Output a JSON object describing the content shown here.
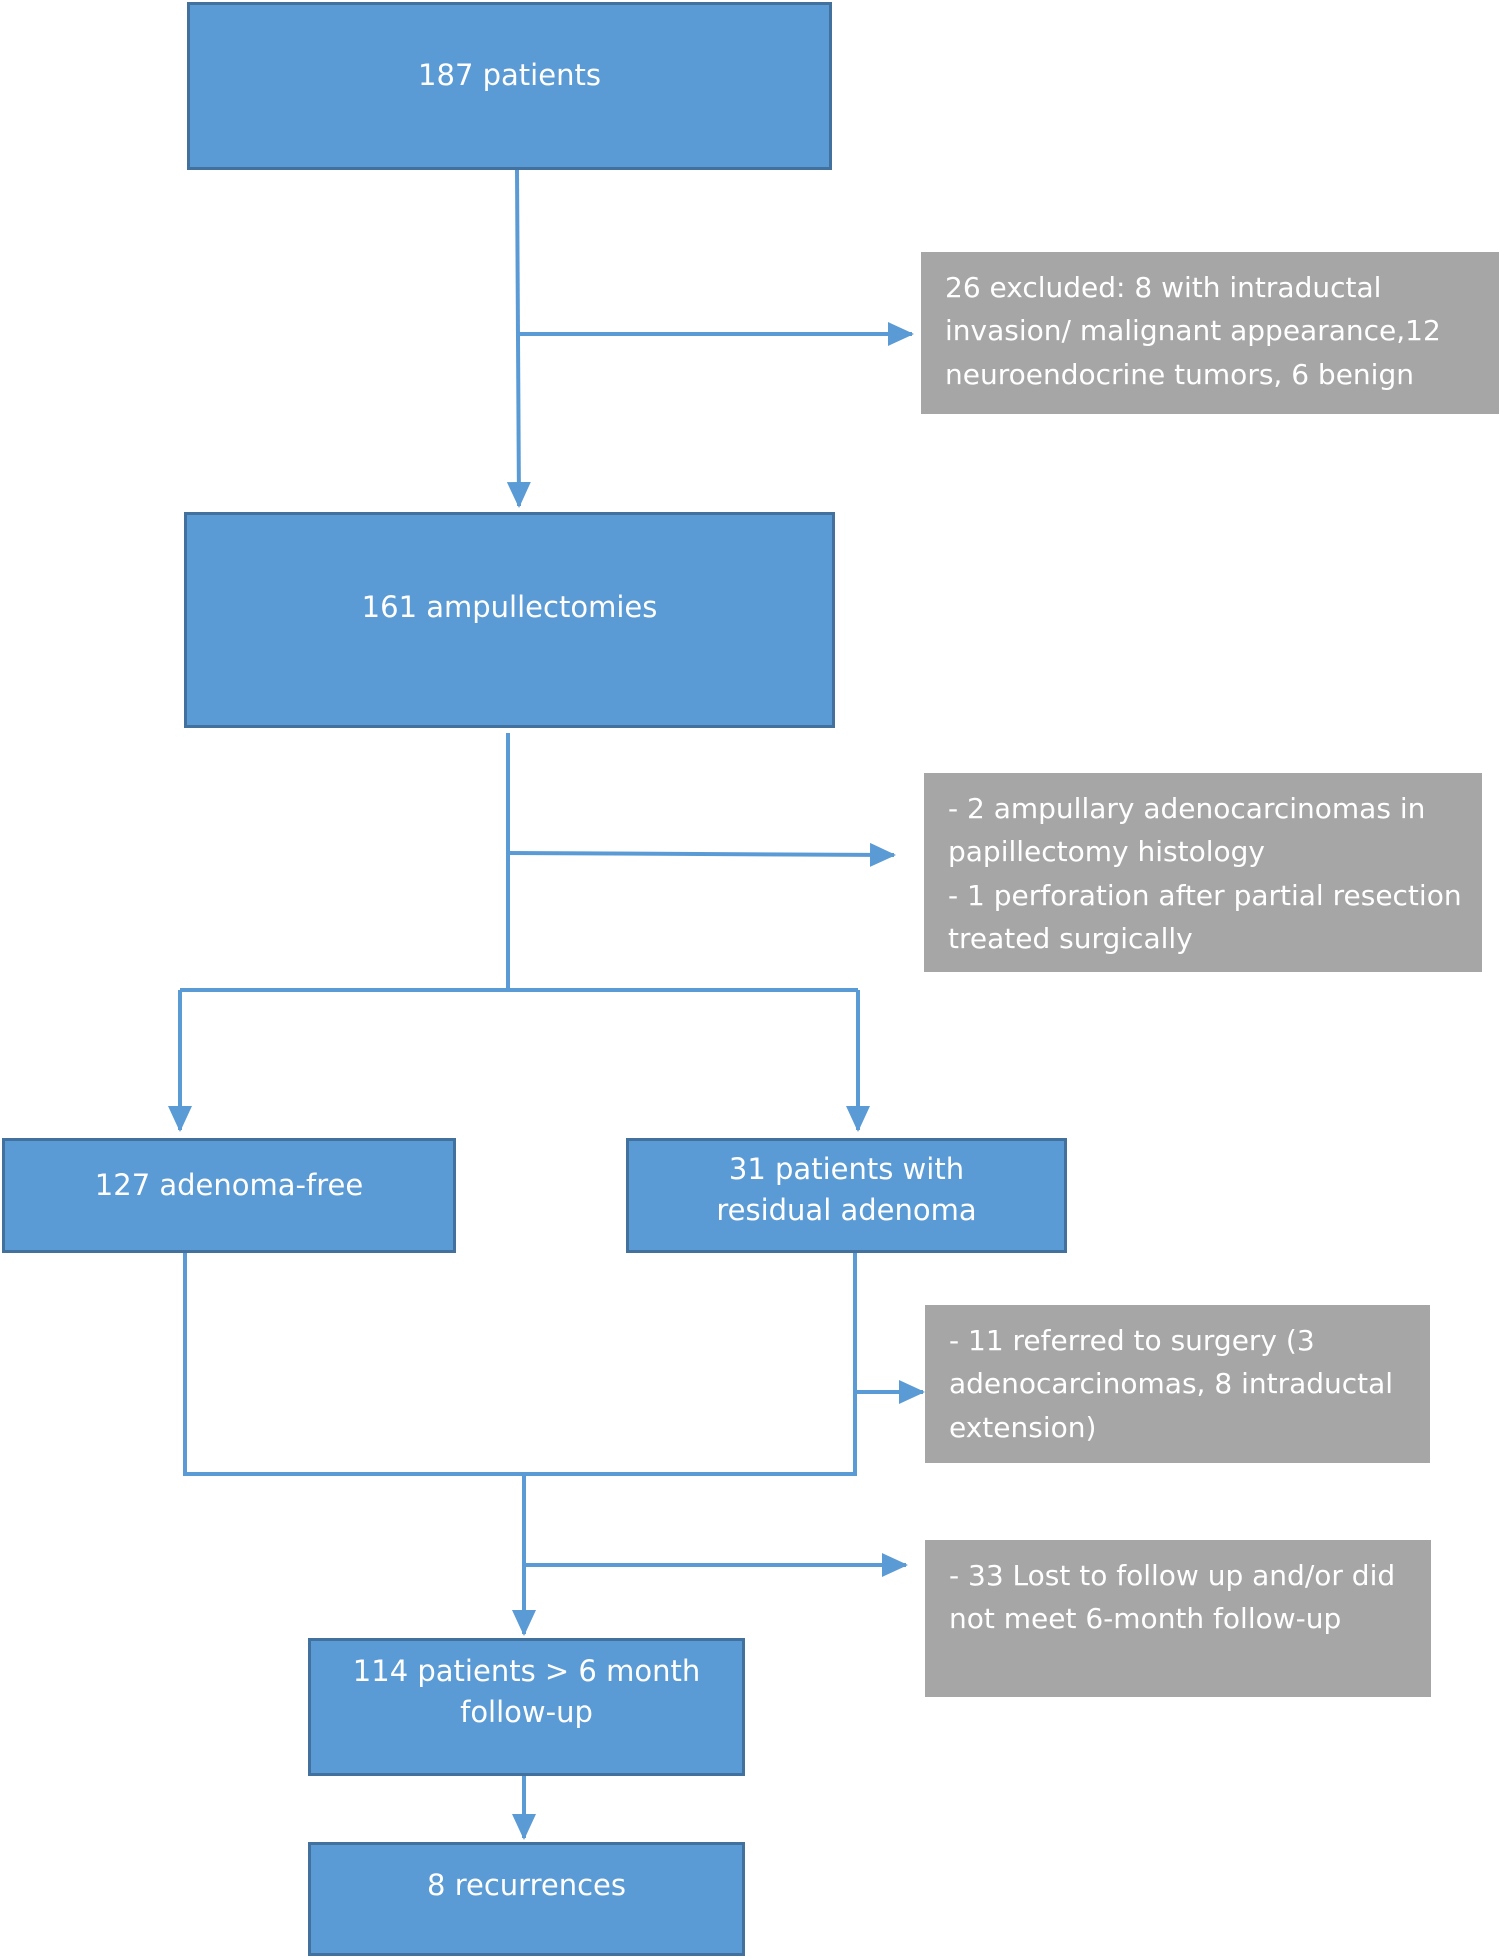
{
  "boxes": {
    "patients": "187 patients",
    "ampullectomies": "161 ampullectomies",
    "adenoma_free": "127 adenoma-free",
    "residual": "31 patients with residual adenoma",
    "followup": "114 patients > 6 month follow-up",
    "recurrences": "8 recurrences"
  },
  "notes": {
    "excluded": "26 excluded: 8 with intraductal invasion/ malignant appearance,12 neuroendocrine tumors, 6 benign",
    "complications": [
      "- 2 ampullary adenocarcinomas in papillectomy histology",
      "- 1 perforation after partial resection treated surgically"
    ],
    "surgery": "- 11 referred to surgery (3 adenocarcinomas, 8 intraductal extension)",
    "lost": "- 33 Lost to follow up and/or did not meet 6-month follow-up"
  },
  "colors": {
    "box_fill": "#5b9bd5",
    "box_border": "#41719c",
    "note_fill": "#a6a6a6",
    "arrow": "#5b9bd5"
  }
}
